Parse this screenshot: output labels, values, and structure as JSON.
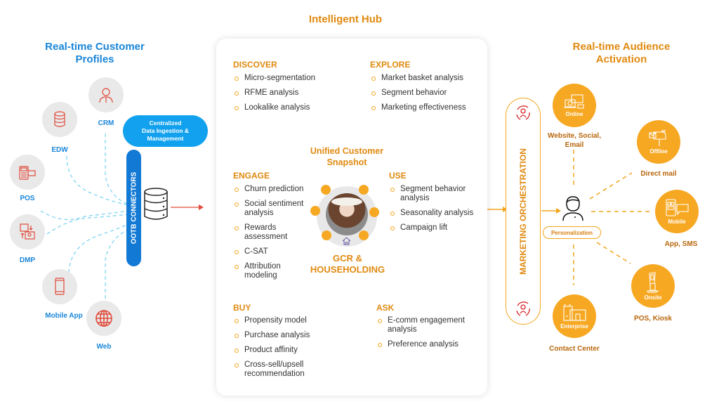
{
  "titles": {
    "left": [
      "Real-time Customer",
      "Profiles"
    ],
    "center": "Intelligent Hub",
    "right": [
      "Real-time Audience",
      "Activation"
    ]
  },
  "sources": [
    {
      "id": "crm",
      "label": "CRM",
      "icon": "person-icon"
    },
    {
      "id": "edw",
      "label": "EDW",
      "icon": "database-icon"
    },
    {
      "id": "pos",
      "label": "POS",
      "icon": "pos-terminal-icon"
    },
    {
      "id": "dmp",
      "label": "DMP",
      "icon": "data-exchange-icon"
    },
    {
      "id": "mobile",
      "label": "Mobile App",
      "icon": "smartphone-icon"
    },
    {
      "id": "web",
      "label": "Web",
      "icon": "globe-icon"
    }
  ],
  "ingestion": {
    "pill": [
      "Centralized",
      "Data Ingestion &",
      "Management"
    ],
    "connectors": "OOTB CONNECTORS"
  },
  "hub": {
    "discover": {
      "title": "DISCOVER",
      "items": [
        "Micro-segmentation",
        "RFME analysis",
        "Lookalike analysis"
      ]
    },
    "explore": {
      "title": "EXPLORE",
      "items": [
        "Market basket analysis",
        "Segment behavior",
        "Marketing effectiveness"
      ]
    },
    "snapshot_title": [
      "Unified Customer",
      "Snapshot"
    ],
    "engage": {
      "title": "ENGAGE",
      "items": [
        "Churn prediction",
        "Social sentiment analysis",
        "Rewards assessment",
        "C-SAT",
        "Attribution modeling"
      ]
    },
    "use": {
      "title": "USE",
      "items": [
        "Segment behavior analysis",
        "Seasonality analysis",
        "Campaign lift"
      ]
    },
    "gcr": [
      "GCR &",
      "HOUSEHOLDING"
    ],
    "buy": {
      "title": "BUY",
      "items": [
        "Propensity model",
        "Purchase analysis",
        "Product affinity",
        "Cross-sell/upsell recommendation"
      ]
    },
    "ask": {
      "title": "ASK",
      "items": [
        "E-comm engagement analysis",
        "Preference analysis"
      ]
    }
  },
  "orchestration": {
    "label": "MARKETING ORCHESTRATION",
    "personalization": "Personalization"
  },
  "channels": [
    {
      "id": "online",
      "caption": "Online",
      "label": "Website, Social, Email"
    },
    {
      "id": "offline",
      "caption": "Offline",
      "label": "Direct mail"
    },
    {
      "id": "mobile",
      "caption": "Mobile",
      "label": "App, SMS"
    },
    {
      "id": "onsite",
      "caption": "Onsite",
      "label": "POS, Kiosk"
    },
    {
      "id": "enterprise",
      "caption": "Enterprise",
      "label": "Contact Center"
    }
  ],
  "colors": {
    "blue": "#1a86d9",
    "orange": "#f7a823",
    "dark_orange": "#e08a10",
    "red": "#e04a3a"
  }
}
